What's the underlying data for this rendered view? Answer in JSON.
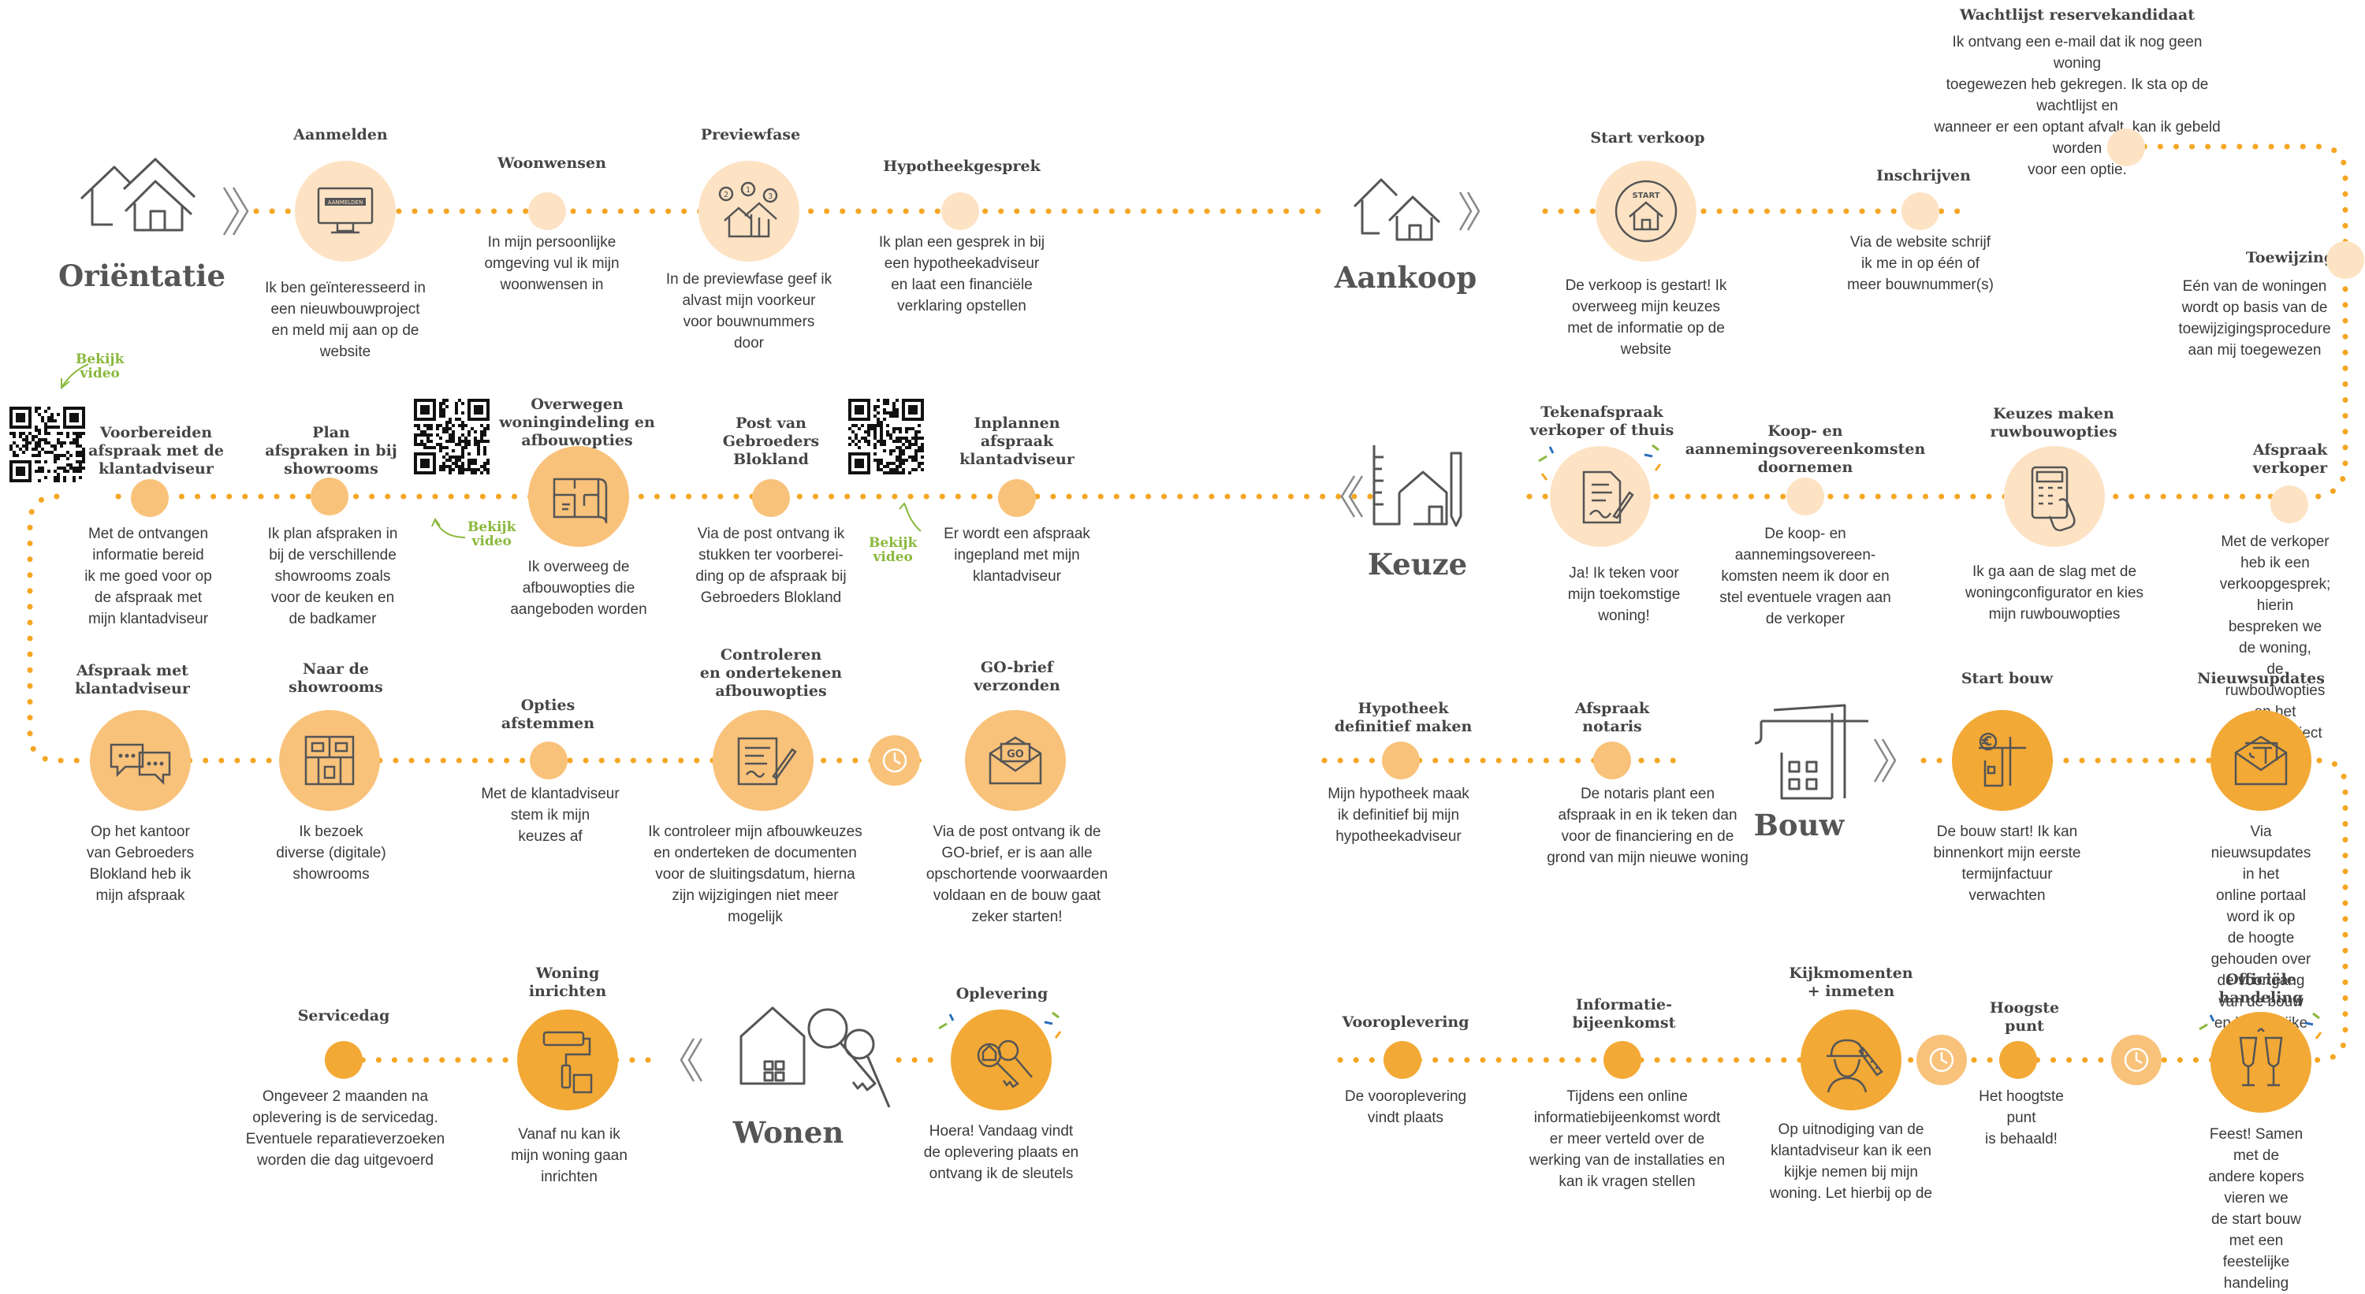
{
  "colors": {
    "dots": "#f5a623",
    "light": "#fde3c4",
    "mid": "#f9c27a",
    "dark": "#f3a935",
    "line": "#555555",
    "video": "#8ab83c"
  },
  "phases": {
    "orientatie": "Oriëntatie",
    "aankoop": "Aankoop",
    "keuze": "Keuze",
    "bouw": "Bouw",
    "wonen": "Wonen"
  },
  "video": {
    "label": "Bekijk\nvideo"
  },
  "steps": {
    "aanmelden": {
      "title": "Aanmelden",
      "text": "Ik ben geïnteresseerd in\neen nieuwbouwproject\nen meld mij aan op de\nwebsite",
      "icon": "computer-icon",
      "icon_text": "AANMELDEN"
    },
    "woonwensen": {
      "title": "Woonwensen",
      "text": "In mijn persoonlijke\nomgeving vul ik mijn\nwoonwensen in"
    },
    "previewfase": {
      "title": "Previewfase",
      "text": "In de previewfase geef ik\nalvast mijn voorkeur\nvoor bouwnummers\ndoor",
      "icon": "houses-ranking-icon",
      "icon_text": [
        "2",
        "1",
        "3"
      ]
    },
    "hypotheekgesprek": {
      "title": "Hypotheekgesprek",
      "text": "Ik plan een gesprek in bij\neen hypotheekadviseur\nen laat een financiële\nverklaring opstellen"
    },
    "startverkoop": {
      "title": "Start verkoop",
      "text": "De verkoop is gestart! Ik\noverweeg mijn keuzes\nmet de informatie op de\nwebsite",
      "icon": "start-house-icon",
      "icon_text": "START"
    },
    "inschrijven": {
      "title": "Inschrijven",
      "text": "Via de website schrijf\nik me in op één of\nmeer bouwnummer(s)"
    },
    "wachtlijst": {
      "title": "Wachtlijst reservekandidaat",
      "text": "Ik ontvang een e-mail dat ik nog geen woning\ntoegewezen heb gekregen. Ik sta op de wachtlijst en\nwanneer er een optant afvalt, kan ik gebeld worden\nvoor een optie."
    },
    "toewijzing": {
      "title": "Toewijzing",
      "text": "Eén van de woningen\nwordt op basis van de\ntoewijzigingsprocedure\naan mij toegewezen"
    },
    "afspraakverkoper": {
      "title": "Afspraak\nverkoper",
      "text": "Met de verkoper heb ik een\nverkoopgesprek; hierin\nbespreken we de woning,\nde ruwbouwopties en het\nverkooptraject"
    },
    "keuzesruwbouw": {
      "title": "Keuzes maken\nruwbouwopties",
      "text": "Ik ga aan de slag met de\nwoningconfigurator en kies\nmijn ruwbouwopties",
      "icon": "calculator-hand-icon"
    },
    "koopaanneming": {
      "title": "Koop- en\naannemingsovereenkomsten\ndoornemen",
      "text": "De koop- en\naannemingsovereen-\nkomsten neem ik door en\nstel eventuele vragen aan\nde verkoper"
    },
    "tekenafspraak": {
      "title": "Tekenafspraak\nverkoper of thuis",
      "text": "Ja! Ik teken voor\nmijn toekomstige\nwoning!",
      "icon": "signing-document-icon"
    },
    "inplannen": {
      "title": "Inplannen\nafspraak\nklantadviseur",
      "text": "Er wordt een afspraak\ningepland met mijn\nklantadviseur"
    },
    "postvan": {
      "title": "Post van\nGebroeders\nBlokland",
      "text": "Via de post ontvang ik\nstukken ter voorberei-\nding op de afspraak bij\nGebroeders Blokland"
    },
    "overwegen": {
      "title": "Overwegen\nwoningindeling en\nafbouwopties",
      "text": "Ik overweeg de\nafbouwopties die\naangeboden worden",
      "icon": "floorplan-icon"
    },
    "planafspraken": {
      "title": "Plan\nafspraken in bij\nshowrooms",
      "text": "Ik plan afspraken in\nbij de verschillende\nshowrooms zoals\nvoor de keuken en\nde badkamer"
    },
    "voorbereiden": {
      "title": "Voorbereiden\nafspraak met de\nklantadviseur",
      "text": "Met de ontvangen\ninformatie bereid\nik me goed voor op\nde afspraak met\nmijn klantadviseur"
    },
    "afspraakklant": {
      "title": "Afspraak met\nklantadviseur",
      "text": "Op het kantoor\nvan Gebroeders\nBlokland heb ik\nmijn afspraak",
      "icon": "chat-bubbles-icon"
    },
    "naardeshowrooms": {
      "title": "Naar de\nshowrooms",
      "text": "Ik bezoek\ndiverse (digitale)\nshowrooms",
      "icon": "kitchen-layout-icon"
    },
    "opties": {
      "title": "Opties\nafstemmen",
      "text": "Met de klantadviseur\nstem ik mijn\nkeuzes af"
    },
    "controleren": {
      "title": "Controleren\nen ondertekenen\nafbouwopties",
      "text": "Ik controleer mijn afbouwkeuzes\nen onderteken de documenten\nvoor de sluitingsdatum, hierna\nzijn wijzigingen niet meer\nmogelijk",
      "icon": "document-pen-icon"
    },
    "gobrief": {
      "title": "GO-brief\nverzonden",
      "text": "Via de post ontvang ik de\nGO-brief, er is aan alle\nopschortende voorwaarden\nvoldaan en de bouw gaat\nzeker starten!",
      "icon": "envelope-go-icon",
      "icon_text": "GO"
    },
    "hypotheekdef": {
      "title": "Hypotheek\ndefinitief maken",
      "text": "Mijn hypotheek maak\nik definitief bij mijn\nhypotheekadviseur"
    },
    "notaris": {
      "title": "Afspraak\nnotaris",
      "text": "De notaris plant een\nafspraak in en ik teken dan\nvoor de financiering en de\ngrond van mijn nieuwe woning"
    },
    "startbouw": {
      "title": "Start bouw",
      "text": "De bouw start! Ik kan\nbinnenkort mijn eerste\ntermijnfactuur\nverwachten",
      "icon": "euro-construction-icon"
    },
    "nieuwsupdates": {
      "title": "Nieuwsupdates",
      "text": "Via nieuwsupdates in het\nonline portaal word ik op\nde hoogte gehouden over\nde voortgang van de bouw\nen belangrijke informatie",
      "icon": "newsletter-crane-icon"
    },
    "officiele": {
      "title": "Officiële\nhandeling",
      "text": "Feest! Samen met de\nandere kopers vieren we\nde start bouw met een\nfeestelijke handeling",
      "icon": "champagne-icon"
    },
    "hoogste": {
      "title": "Hoogste\npunt",
      "text": "Het hoogtste\npunt\nis behaald!"
    },
    "kijkmomenten": {
      "title": "Kijkmomenten\n+ inmeten",
      "text": "Op uitnodiging van de\nklantadviseur kan ik een\nkijkje nemen bij mijn\nwoning. Let hierbij op de",
      "icon": "worker-measuring-icon"
    },
    "informatie": {
      "title": "Informatie-\nbijeenkomst",
      "text": "Tijdens een online\ninformatiebijeenkomst wordt\ner meer verteld over de\nwerking van de installaties en\nkan ik vragen stellen"
    },
    "vooroplevering": {
      "title": "Vooroplevering",
      "text": "De vooroplevering\nvindt plaats"
    },
    "oplevering": {
      "title": "Oplevering",
      "text": "Hoera! Vandaag vindt\nde oplevering plaats en\nontvang ik de sleutels",
      "icon": "keys-celebration-icon"
    },
    "inrichten": {
      "title": "Woning\ninrichten",
      "text": "Vanaf nu kan ik\nmijn woning gaan\ninrichten",
      "icon": "paint-roller-icon"
    },
    "servicedag": {
      "title": "Servicedag",
      "text": "Ongeveer 2 maanden na\noplevering is de servicedag.\nEventuele reparatieverzoeken\nworden die dag uitgevoerd"
    }
  }
}
